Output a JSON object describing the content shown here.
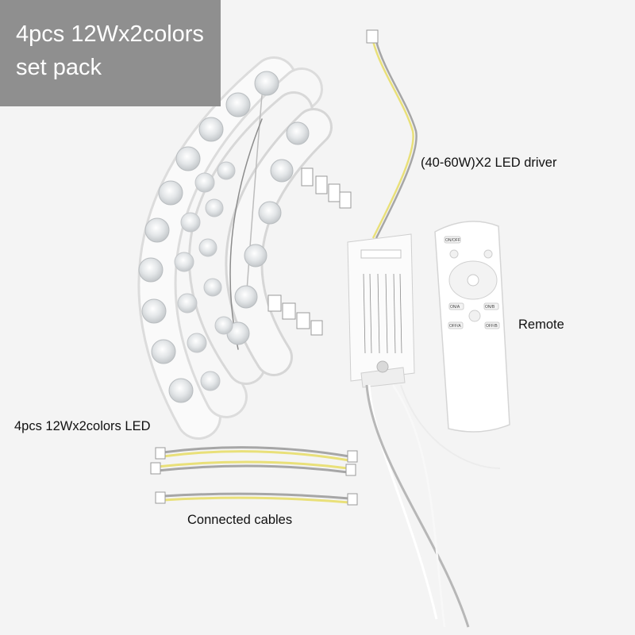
{
  "title": {
    "line1": "4pcs 12Wx2colors",
    "line2": "set pack"
  },
  "labels": {
    "driver": "(40-60W)X2 LED driver",
    "remote": "Remote",
    "led": "4pcs 12Wx2colors LED",
    "cables": "Connected cables"
  },
  "remote_buttons": [
    "ON/OFF",
    "ON/A",
    "ON/B",
    "OFF/A",
    "OFF/B"
  ],
  "colors": {
    "title_bg": "#8f8f8f",
    "background": "#f4f4f4",
    "wire_yellow": "#e9e079",
    "wire_gray": "#a6a6a6"
  }
}
